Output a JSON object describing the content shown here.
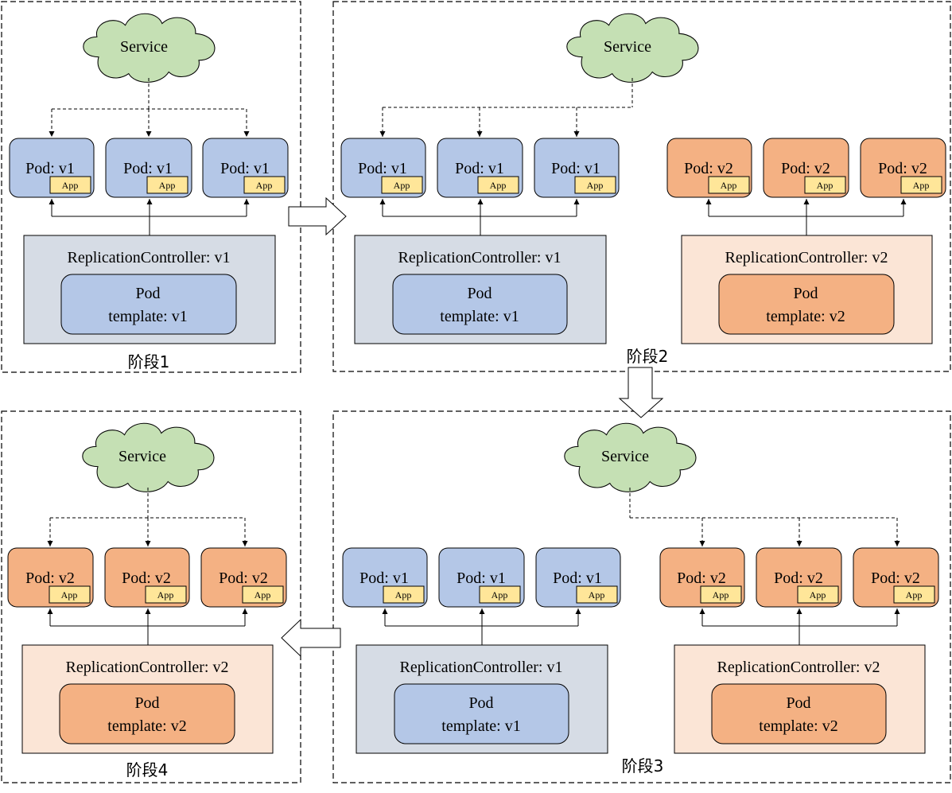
{
  "labels": {
    "service": "Service",
    "app": "App",
    "pod_template": "Pod",
    "template_v1": "template: v1",
    "template_v2": "template: v2",
    "pod_v1": "Pod: v1",
    "pod_v2": "Pod: v2",
    "rc_v1": "ReplicationController: v1",
    "rc_v2": "ReplicationController: v2"
  },
  "stages": [
    {
      "id": "stage-1",
      "label": "阶段1"
    },
    {
      "id": "stage-2",
      "label": "阶段2"
    },
    {
      "id": "stage-3",
      "label": "阶段3"
    },
    {
      "id": "stage-4",
      "label": "阶段4"
    }
  ],
  "colors": {
    "v1_pod_fill": "#b4c7e7",
    "v1_rc_fill": "#d6dce5",
    "v2_pod_fill": "#f4b183",
    "v2_rc_fill": "#fbe5d6",
    "app_fill": "#ffe699",
    "service_fill": "#c5e0b4",
    "line": "#000000"
  }
}
